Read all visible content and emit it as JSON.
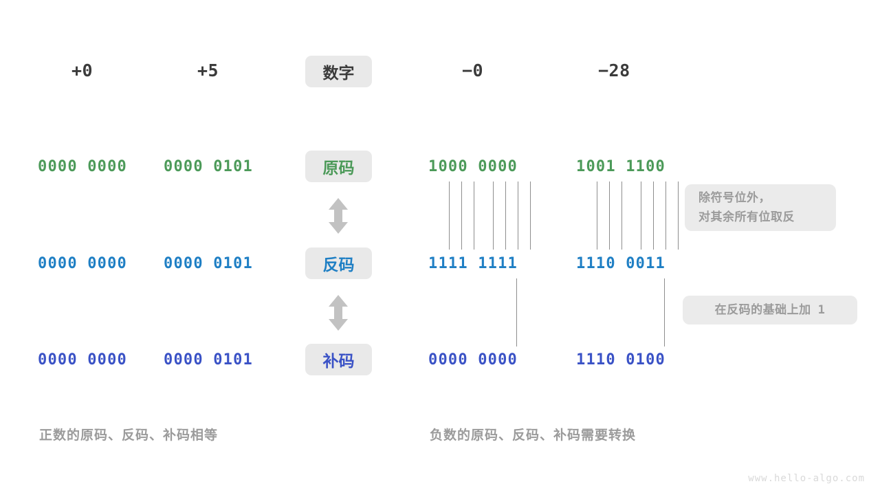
{
  "header": {
    "center_label": "数字",
    "columns": [
      {
        "name": "plus-zero",
        "value": "+0"
      },
      {
        "name": "plus-five",
        "value": "+5"
      },
      {
        "name": "minus-zero",
        "value": "−0"
      },
      {
        "name": "minus-28",
        "value": "−28"
      }
    ]
  },
  "rows": [
    {
      "key": "sign-magnitude",
      "label": "原码",
      "color": "#4c9a59",
      "values": [
        "0000 0000",
        "0000 0101",
        "1000 0000",
        "1001 1100"
      ]
    },
    {
      "key": "ones-complement",
      "label": "反码",
      "color": "#1f7fc4",
      "values": [
        "0000 0000",
        "0000 0101",
        "1111 1111",
        "1110 0011"
      ]
    },
    {
      "key": "twos-complement",
      "label": "补码",
      "color": "#3a52c6",
      "values": [
        "0000 0000",
        "0000 0101",
        "0000 0000",
        "1110 0100"
      ]
    }
  ],
  "notes": {
    "invert_bits": {
      "line1": "除符号位外，",
      "line2": "对其余所有位取反"
    },
    "add_one": {
      "prefix": "在反码的基础上加",
      "number": "1"
    }
  },
  "captions": {
    "positive": "正数的原码、反码、补码相等",
    "negative": "负数的原码、反码、补码需要转换"
  },
  "watermark": "www.hello-algo.com",
  "arrows": {
    "top": "double-arrow-vertical",
    "bottom": "double-arrow-vertical"
  },
  "colors": {
    "badge_bg": "#e9e9e9",
    "note_bg": "#ebebeb",
    "note_text": "#9b9b9b",
    "line": "#8d8d8d",
    "arrow": "#c2c2c2",
    "header_text": "#3b3b3b"
  }
}
